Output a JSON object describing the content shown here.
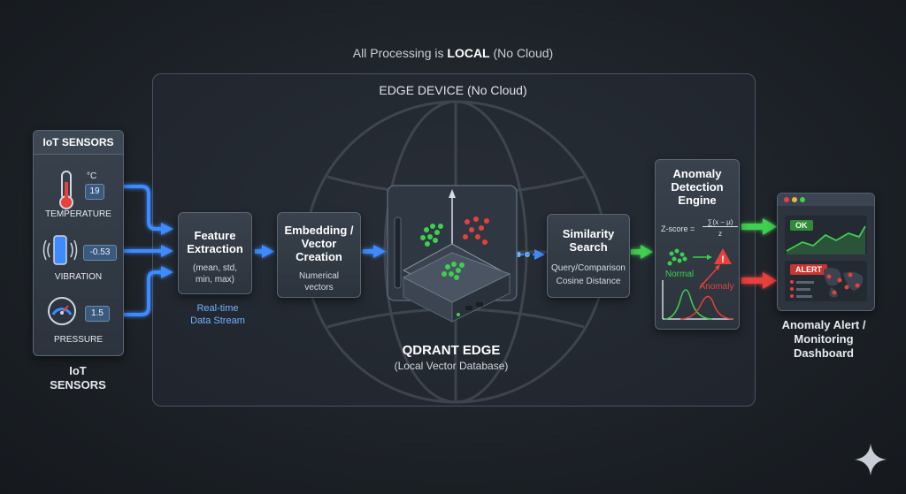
{
  "top_caption": {
    "prefix": "All Processing is ",
    "bold": "LOCAL",
    "suffix": " (No Cloud)"
  },
  "edge_device": {
    "title": "EDGE DEVICE (No Cloud)"
  },
  "sensors": {
    "header": "IoT SENSORS",
    "items": [
      {
        "name": "TEMPERATURE",
        "unit": "°C",
        "value": "19",
        "icon": "thermometer-icon"
      },
      {
        "name": "VIBRATION",
        "value": "-0.53",
        "icon": "phone-vibration-icon"
      },
      {
        "name": "PRESSURE",
        "value": "1.5",
        "icon": "gauge-icon"
      }
    ],
    "below_label_1": "IoT",
    "below_label_2": "SENSORS"
  },
  "stream": {
    "line1": "Real-time",
    "line2": "Data Stream"
  },
  "feature_extraction": {
    "title_1": "Feature",
    "title_2": "Extraction",
    "sub_1": "(mean, std,",
    "sub_2": "min, max)"
  },
  "embedding": {
    "title_1": "Embedding /",
    "title_2": "Vector",
    "title_3": "Creation",
    "sub_1": "Numerical",
    "sub_2": "vectors"
  },
  "qdrant": {
    "title": "QDRANT EDGE",
    "subtitle": "(Local Vector Database)"
  },
  "similarity": {
    "title_1": "Similarity",
    "title_2": "Search",
    "sub_1": "Query/Comparison",
    "sub_2": "Cosine Distance"
  },
  "anomaly_engine": {
    "title_1": "Anomaly",
    "title_2": "Detection",
    "title_3": "Engine",
    "zscore_label": "Z-score =",
    "zscore_numerator": "∑(x − μ)",
    "zscore_denominator": "z",
    "normal_label": "Normal",
    "anomaly_label": "Anomaly"
  },
  "dashboard": {
    "ok_badge": "OK",
    "alert_badge": "ALERT",
    "label_1": "Anomaly Alert /",
    "label_2": "Monitoring",
    "label_3": "Dashboard"
  },
  "colors": {
    "blue_flow": "#3d8bff",
    "green": "#3fcf4f",
    "red": "#e8403a",
    "card_bg": "#323a44"
  }
}
